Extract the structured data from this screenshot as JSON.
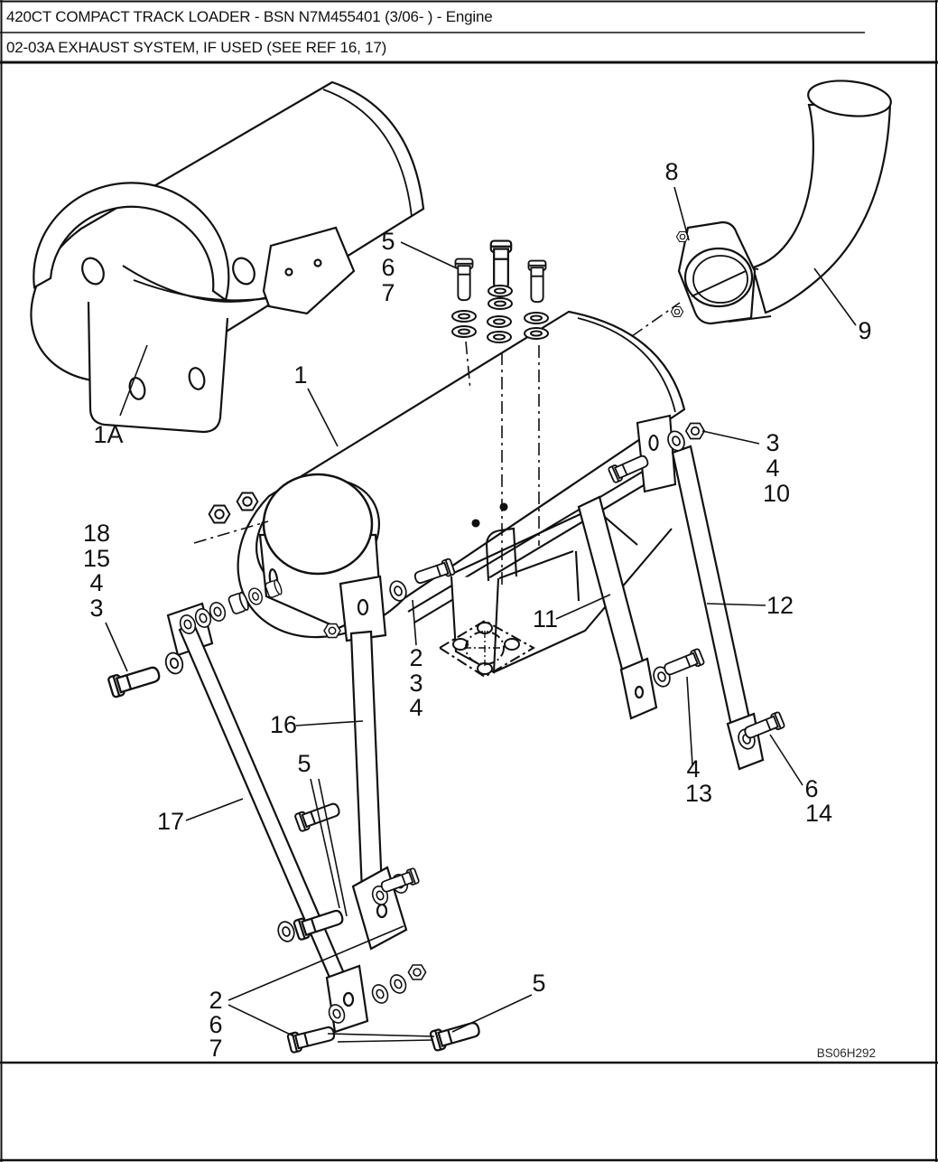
{
  "header": {
    "line1": "420CT COMPACT TRACK LOADER - BSN N7M455401 (3/06- ) - Engine",
    "line2": "02-03A EXHAUST SYSTEM, IF USED (SEE REF 16, 17)"
  },
  "figure": {
    "code": "BS06H292"
  },
  "colors": {
    "line": "#111111",
    "background": "#ffffff"
  },
  "callouts": [
    {
      "ref": "1A"
    },
    {
      "ref": "1"
    },
    {
      "ref": "5"
    },
    {
      "ref": "6"
    },
    {
      "ref": "7"
    },
    {
      "ref": "8"
    },
    {
      "ref": "9"
    },
    {
      "ref": "3"
    },
    {
      "ref": "4"
    },
    {
      "ref": "10"
    },
    {
      "ref": "18"
    },
    {
      "ref": "15"
    },
    {
      "ref": "4"
    },
    {
      "ref": "3"
    },
    {
      "ref": "2"
    },
    {
      "ref": "3"
    },
    {
      "ref": "4"
    },
    {
      "ref": "11"
    },
    {
      "ref": "12"
    },
    {
      "ref": "16"
    },
    {
      "ref": "5"
    },
    {
      "ref": "17"
    },
    {
      "ref": "4"
    },
    {
      "ref": "13"
    },
    {
      "ref": "6"
    },
    {
      "ref": "14"
    },
    {
      "ref": "2"
    },
    {
      "ref": "6"
    },
    {
      "ref": "7"
    },
    {
      "ref": "5"
    }
  ]
}
